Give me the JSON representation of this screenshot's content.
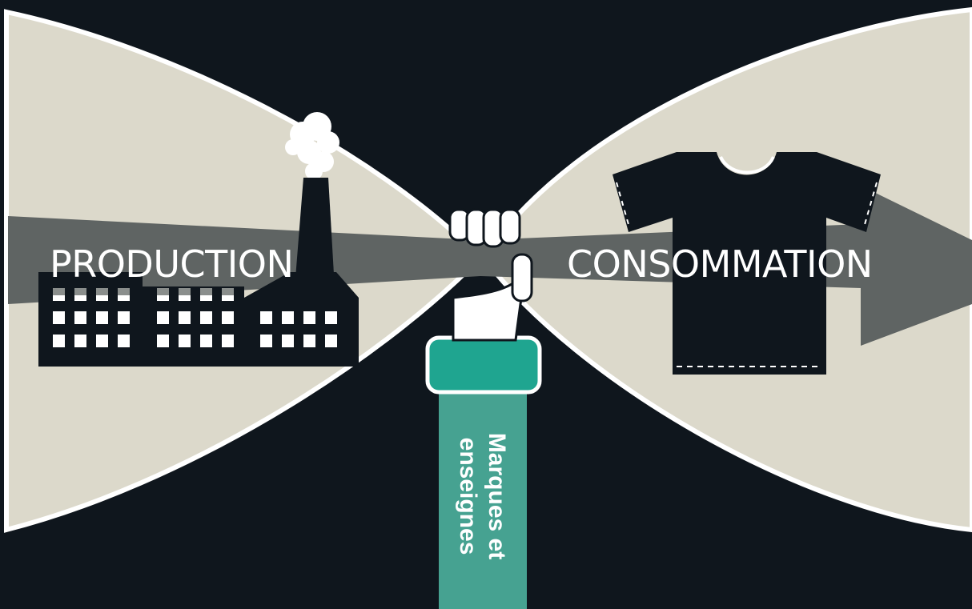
{
  "labels": {
    "production": "PRODUCTION",
    "consumption": "CONSOMMATION",
    "brands_line1": "Marques et",
    "brands_line2": "enseignes"
  },
  "colors": {
    "background": "#0f161d",
    "lens_fill": "#dcd9cb",
    "lens_stroke": "#ffffff",
    "flow_arrow": "#5f6463",
    "silhouette": "#0f161d",
    "brand_accent": "#1fa590",
    "brand_sleeve": "#46a291"
  },
  "icons": {
    "factory": "factory-icon",
    "tshirt": "tshirt-icon",
    "fist": "fist-icon"
  }
}
